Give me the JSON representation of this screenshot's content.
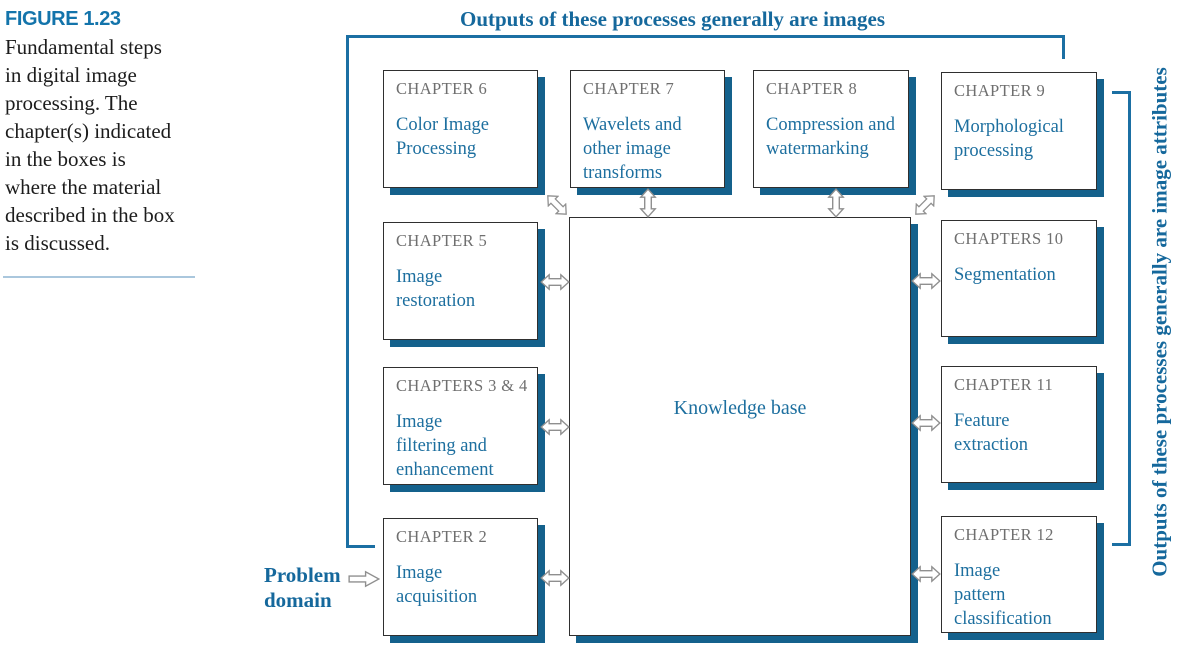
{
  "figure": {
    "label": "FIGURE 1.23",
    "caption": "Fundamental steps in digital image processing. The chapter(s) indicated in the boxes is where the material described in the box is discussed."
  },
  "annotations": {
    "top_label": "Outputs of these processes generally are images",
    "right_label": "Outputs of these processes generally are image attributes",
    "problem_domain_label": "Problem\ndomain"
  },
  "boxes": {
    "ch6": {
      "chapter": "CHAPTER 6",
      "title": "Color Image\nProcessing"
    },
    "ch7": {
      "chapter": "CHAPTER 7",
      "title": "Wavelets and\nother image\ntransforms"
    },
    "ch8": {
      "chapter": "CHAPTER 8",
      "title": "Compression and\nwatermarking"
    },
    "ch9": {
      "chapter": "CHAPTER 9",
      "title": "Morphological\nprocessing"
    },
    "ch5": {
      "chapter": "CHAPTER 5",
      "title": "Image\nrestoration"
    },
    "ch34": {
      "chapter": "CHAPTERS 3 & 4",
      "title": "Image\nfiltering and\nenhancement"
    },
    "ch2": {
      "chapter": "CHAPTER 2",
      "title": "Image\nacquisition"
    },
    "ch10": {
      "chapter": "CHAPTERS 10",
      "title": "Segmentation"
    },
    "ch11": {
      "chapter": "CHAPTER 11",
      "title": "Feature\nextraction"
    },
    "ch12": {
      "chapter": "CHAPTER 12",
      "title": "Image\npattern\nclassification"
    },
    "kb": {
      "title": "Knowledge base"
    }
  },
  "colors": {
    "annotation_blue": "#15689c",
    "title_blue": "#1d6f9f",
    "chapter_gray": "#6f6f6f",
    "shadow_blue": "#14618c",
    "bracket_blue": "#1b6fa3",
    "figure_label_blue": "#1374ab",
    "caption_rule_blue": "#aac7dd",
    "arrow_outline_gray": "#8f8f8f",
    "box_border": "#2f2f2f"
  }
}
